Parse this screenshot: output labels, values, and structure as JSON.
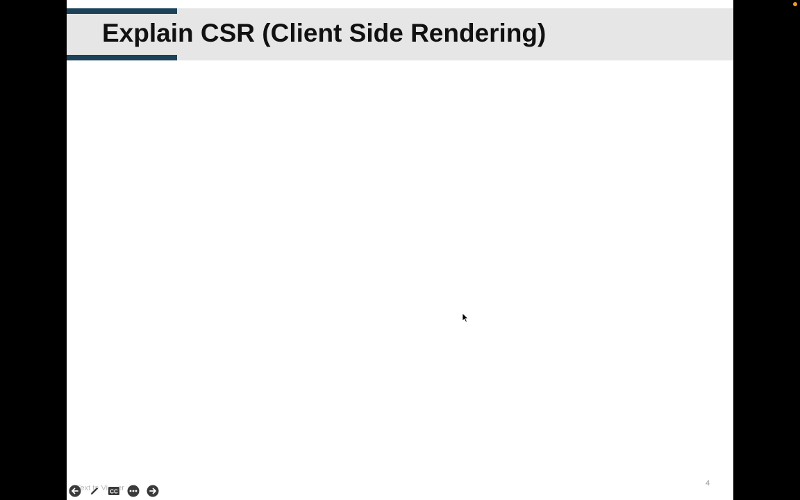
{
  "slide": {
    "title": "Explain CSR (Client Side Rendering)",
    "number": "4",
    "footer_text": "Text to Viewer"
  },
  "controls": {
    "items": [
      {
        "icon": "arrow-left-icon"
      },
      {
        "icon": "pen-icon"
      },
      {
        "icon": "closed-captions-icon"
      },
      {
        "icon": "more-icon"
      },
      {
        "icon": "arrow-right-icon"
      }
    ]
  },
  "colors": {
    "accent": "#1c4259",
    "title_band": "#e6e6e6",
    "letterbox": "#000000",
    "recording_dot": "#f29a1c"
  }
}
